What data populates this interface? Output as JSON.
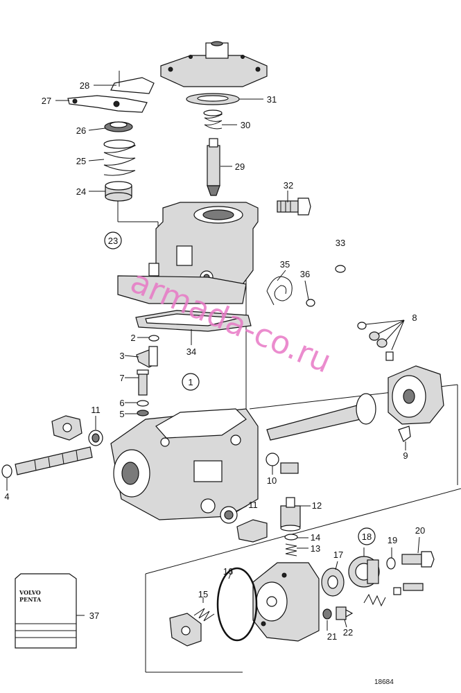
{
  "labels": {
    "l1": "1",
    "l2": "2",
    "l3": "3",
    "l4": "4",
    "l5": "5",
    "l6": "6",
    "l7": "7",
    "l8": "8",
    "l9": "9",
    "l10": "10",
    "l11a": "11",
    "l11b": "11",
    "l12": "12",
    "l13": "13",
    "l14": "14",
    "l15": "15",
    "l16": "16",
    "l17": "17",
    "l18": "18",
    "l19": "19",
    "l20": "20",
    "l21": "21",
    "l22": "22",
    "l23": "23",
    "l24": "24",
    "l25": "25",
    "l26": "26",
    "l27": "27",
    "l28": "28",
    "l29": "29",
    "l30": "30",
    "l31": "31",
    "l32": "32",
    "l33": "33",
    "l34": "34",
    "l35": "35",
    "l36": "36",
    "l37": "37"
  },
  "manual_logo": {
    "line1": "VOLVO",
    "line2": "PENTA"
  },
  "watermark": "armada-co.ru",
  "reference": "18684",
  "colors": {
    "watermark": "#e879c6",
    "ink": "#111111"
  }
}
